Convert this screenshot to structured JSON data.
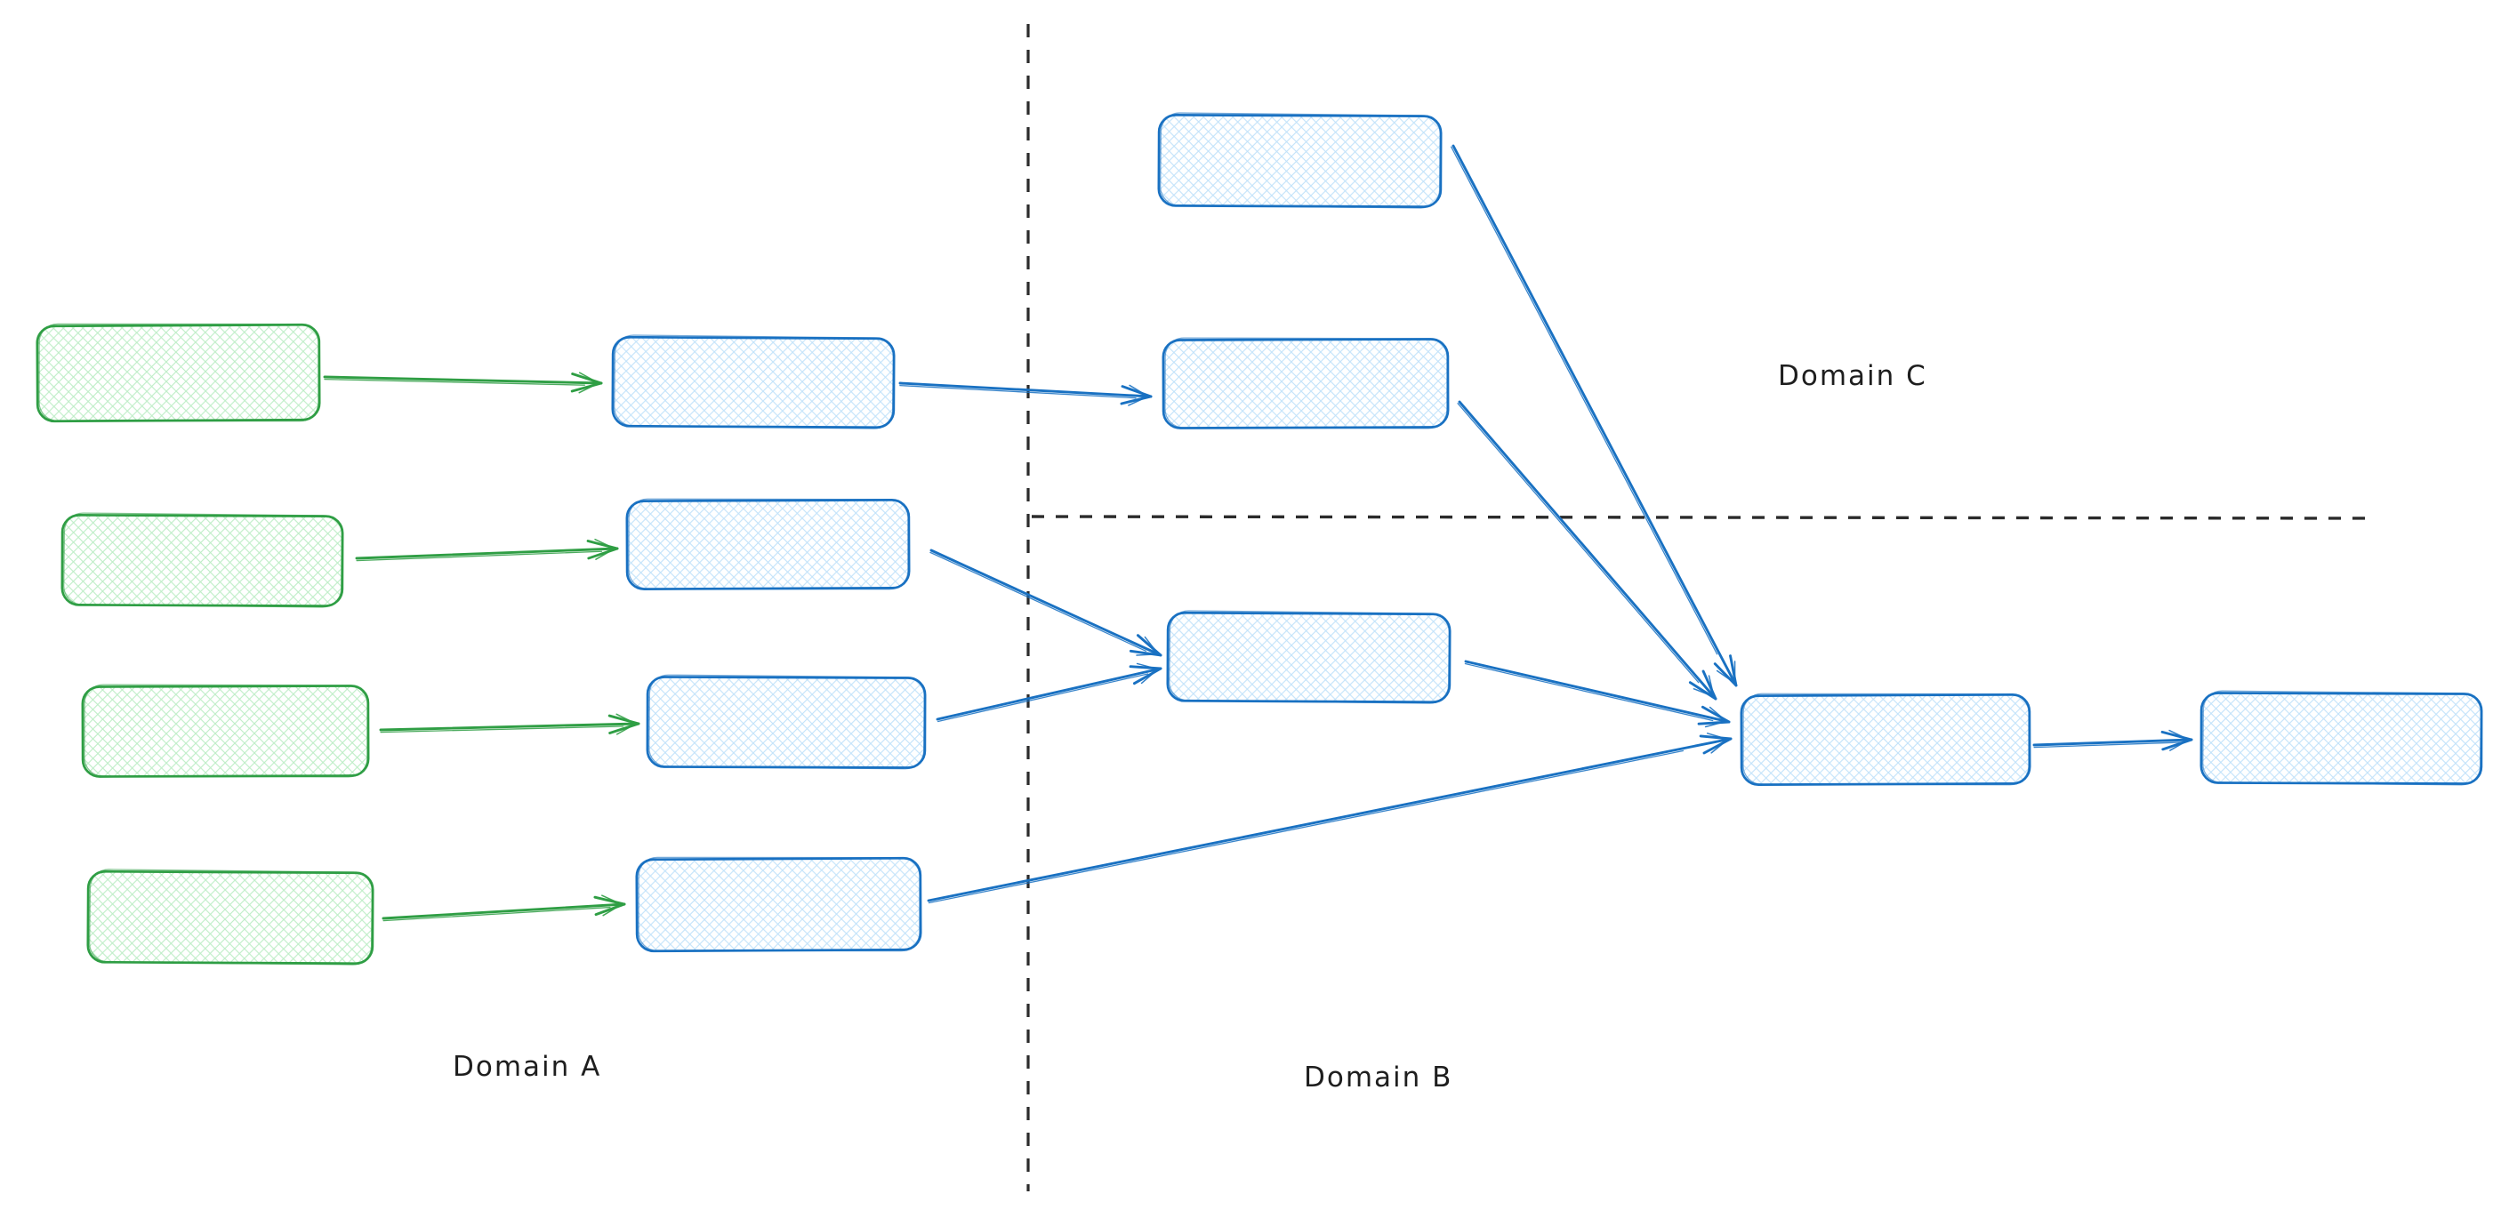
{
  "canvas": {
    "background": "#ffffff"
  },
  "palette": {
    "green_stroke": "#2f9e44",
    "green_hatch": "#86dd96",
    "blue_stroke": "#1971c2",
    "blue_hatch": "#8ec9f5",
    "divider": "#2b2b2b",
    "label_text": "#1e1e1e"
  },
  "domains": [
    {
      "id": "A",
      "label": "Domain A"
    },
    {
      "id": "B",
      "label": "Domain B"
    },
    {
      "id": "C",
      "label": "Domain C"
    }
  ],
  "nodes": [
    {
      "id": "g1",
      "region": "A",
      "color": "green"
    },
    {
      "id": "g2",
      "region": "A",
      "color": "green"
    },
    {
      "id": "g3",
      "region": "A",
      "color": "green"
    },
    {
      "id": "g4",
      "region": "A",
      "color": "green"
    },
    {
      "id": "s1",
      "region": "A",
      "color": "blue"
    },
    {
      "id": "s2",
      "region": "A",
      "color": "blue"
    },
    {
      "id": "s3",
      "region": "A",
      "color": "blue"
    },
    {
      "id": "s4",
      "region": "A",
      "color": "blue"
    },
    {
      "id": "t1",
      "region": "C",
      "color": "blue"
    },
    {
      "id": "t2",
      "region": "C",
      "color": "blue"
    },
    {
      "id": "t3",
      "region": "B",
      "color": "blue"
    },
    {
      "id": "m",
      "region": "B",
      "color": "blue"
    },
    {
      "id": "f",
      "region": "B",
      "color": "blue"
    }
  ],
  "edges": [
    {
      "id": "e1",
      "from": "g1",
      "to": "s1",
      "color": "green"
    },
    {
      "id": "e2",
      "from": "g2",
      "to": "s2",
      "color": "green"
    },
    {
      "id": "e3",
      "from": "g3",
      "to": "s3",
      "color": "green"
    },
    {
      "id": "e4",
      "from": "g4",
      "to": "s4",
      "color": "green"
    },
    {
      "id": "e5",
      "from": "s1",
      "to": "t2",
      "color": "blue"
    },
    {
      "id": "e6",
      "from": "s2",
      "to": "t3",
      "color": "blue"
    },
    {
      "id": "e7",
      "from": "s3",
      "to": "t3",
      "color": "blue"
    },
    {
      "id": "e8",
      "from": "s4",
      "to": "m",
      "color": "blue"
    },
    {
      "id": "e9",
      "from": "t1",
      "to": "m",
      "color": "blue"
    },
    {
      "id": "e10",
      "from": "t2",
      "to": "m",
      "color": "blue"
    },
    {
      "id": "e11",
      "from": "t3",
      "to": "m",
      "color": "blue"
    },
    {
      "id": "e12",
      "from": "m",
      "to": "f",
      "color": "blue"
    }
  ]
}
